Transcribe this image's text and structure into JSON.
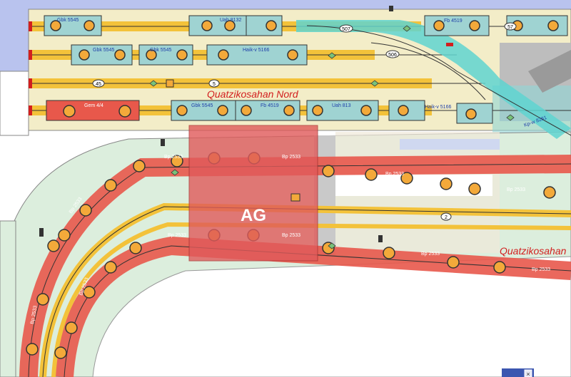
{
  "stations": {
    "nord_label": "Quatzikosahan Nord",
    "main_label": "Quatzikosahan",
    "ag_label": "AG"
  },
  "track_numbers": {
    "t507": "507",
    "t57": "57",
    "t506": "506",
    "t45": "45",
    "t5": "5",
    "t2": "2"
  },
  "vehicles": {
    "gbk5545_a": "Gbk 5545",
    "uah8132_a": "Uah 8132",
    "fb4519_a": "Fb 4519",
    "gbk5545_b": "Gbk 5545",
    "gbk5545_c": "Gbk 5545",
    "haik5166_a": "Haik-v 5166",
    "gem44": "Gem 4/4",
    "gbk5545_d": "Gbk 5545",
    "fb4519_b": "Fb 4519",
    "uah813": "Uah 813",
    "haik5166_b": "Haik-v 5166",
    "kpw8281": "Kp-w 8281",
    "bp_label": "Bp 2533"
  },
  "colors": {
    "sidings_bg": "#f3edc8",
    "platform_bg": "#dceedd",
    "track_yellow": "#f3c23a",
    "track_cyan": "#5fd3d0",
    "wagon_teal": "#9fd3d2",
    "wagon_red": "#e8584b",
    "ag_red": "#e05a5a",
    "station_red": "#d21e1e",
    "top_strip": "#b9c3ee"
  },
  "window": {
    "close_icon": "close-icon"
  }
}
